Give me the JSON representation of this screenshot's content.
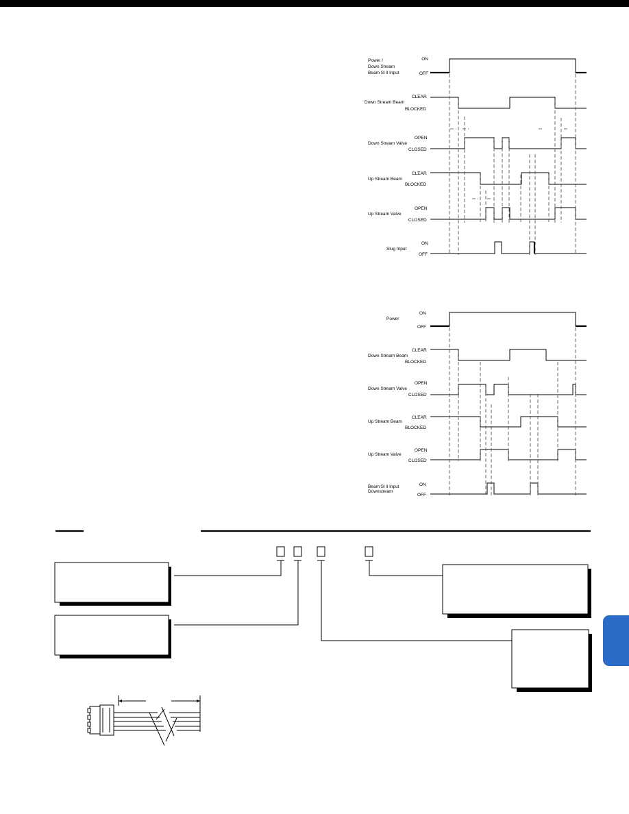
{
  "timing_diagram_1": {
    "rows": [
      {
        "label_lines": [
          "Power /",
          "Down Stream",
          "Beam Sl     ll Input"
        ],
        "state_high": "ON",
        "state_low": "OFF"
      },
      {
        "label_lines": [
          "Down Stream Beam"
        ],
        "state_high": "CLEAR",
        "state_low": "BLOCKED"
      },
      {
        "label_lines": [
          "Down Stream Valve"
        ],
        "state_high": "OPEN",
        "state_low": "CLOSED"
      },
      {
        "label_lines": [
          "Up Stream Beam"
        ],
        "state_high": "CLEAR",
        "state_low": "BLOCKED"
      },
      {
        "label_lines": [
          "Up Stream Valve"
        ],
        "state_high": "OPEN",
        "state_low": "CLOSED"
      },
      {
        "label_lines": [
          "Slug Input"
        ],
        "state_high": "ON",
        "state_low": "OFF"
      }
    ]
  },
  "timing_diagram_2": {
    "rows": [
      {
        "label_lines": [
          "Power"
        ],
        "state_high": "ON",
        "state_low": "OFF"
      },
      {
        "label_lines": [
          "Down Stream Beam"
        ],
        "state_high": "CLEAR",
        "state_low": "BLOCKED"
      },
      {
        "label_lines": [
          "Down Stream Valve"
        ],
        "state_high": "OPEN",
        "state_low": "CLOSED"
      },
      {
        "label_lines": [
          "Up Stream Beam"
        ],
        "state_high": "CLEAR",
        "state_low": "BLOCKED"
      },
      {
        "label_lines": [
          "Up Stream Valve"
        ],
        "state_high": "OPEN",
        "state_low": "CLOSED"
      },
      {
        "label_lines": [
          "Beam Sl     ll Input",
          "Downstream"
        ],
        "state_high": "ON",
        "state_low": "OFF"
      }
    ]
  },
  "colors": {
    "tab_accent": "#2a6cc8"
  }
}
